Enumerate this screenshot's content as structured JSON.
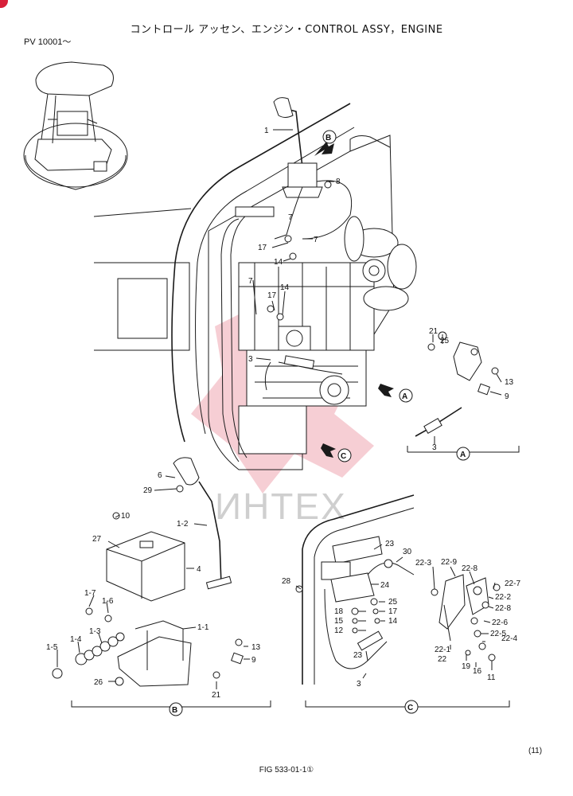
{
  "header": {
    "title": "コントロール アッセン、エンジン・CONTROL ASSY，ENGINE",
    "serial_range": "PV 10001～"
  },
  "watermark": {
    "text": "ИНТЕХ",
    "color": "#d8203a"
  },
  "views": {
    "A": "A",
    "B": "B",
    "C": "C"
  },
  "main_callouts": {
    "c1": "1",
    "c7a": "7",
    "c7b": "7",
    "c8": "8",
    "c17a": "17",
    "c14a": "14",
    "c7c": "7",
    "c17b": "17",
    "c14b": "14",
    "c3": "3"
  },
  "detail_a_callouts": {
    "c21": "21",
    "c25": "25",
    "c13": "13",
    "c9": "9",
    "c3": "3"
  },
  "detail_b_callouts": {
    "c6": "6",
    "c29": "29",
    "c1_2": "1-2",
    "c10": "10",
    "c27": "27",
    "c4": "4",
    "c1_7": "1-7",
    "c1_6": "1-6",
    "c1_3": "1-3",
    "c1_4": "1-4",
    "c1_5": "1-5",
    "c1_1": "1-1",
    "c26": "26",
    "c13": "13",
    "c9": "9",
    "c21": "21"
  },
  "detail_c_callouts": {
    "c23a": "23",
    "c30": "30",
    "c28": "28",
    "c24": "24",
    "c18": "18",
    "c15": "15",
    "c12": "12",
    "c25": "25",
    "c17": "17",
    "c14": "14",
    "c23b": "23",
    "c3": "3",
    "c22_3": "22-3",
    "c22_9": "22-9",
    "c22_8a": "22-8",
    "c22_7": "22-7",
    "c22_2": "22-2",
    "c22_8b": "22-8",
    "c22_6": "22-6",
    "c22_5": "22-5",
    "c22_4": "22-4",
    "c22_1": "22-1",
    "c22": "22",
    "c19": "19",
    "c16": "16",
    "c11": "11"
  },
  "footer": {
    "page": "(11)",
    "figure": "FIG 533-01-1①"
  }
}
